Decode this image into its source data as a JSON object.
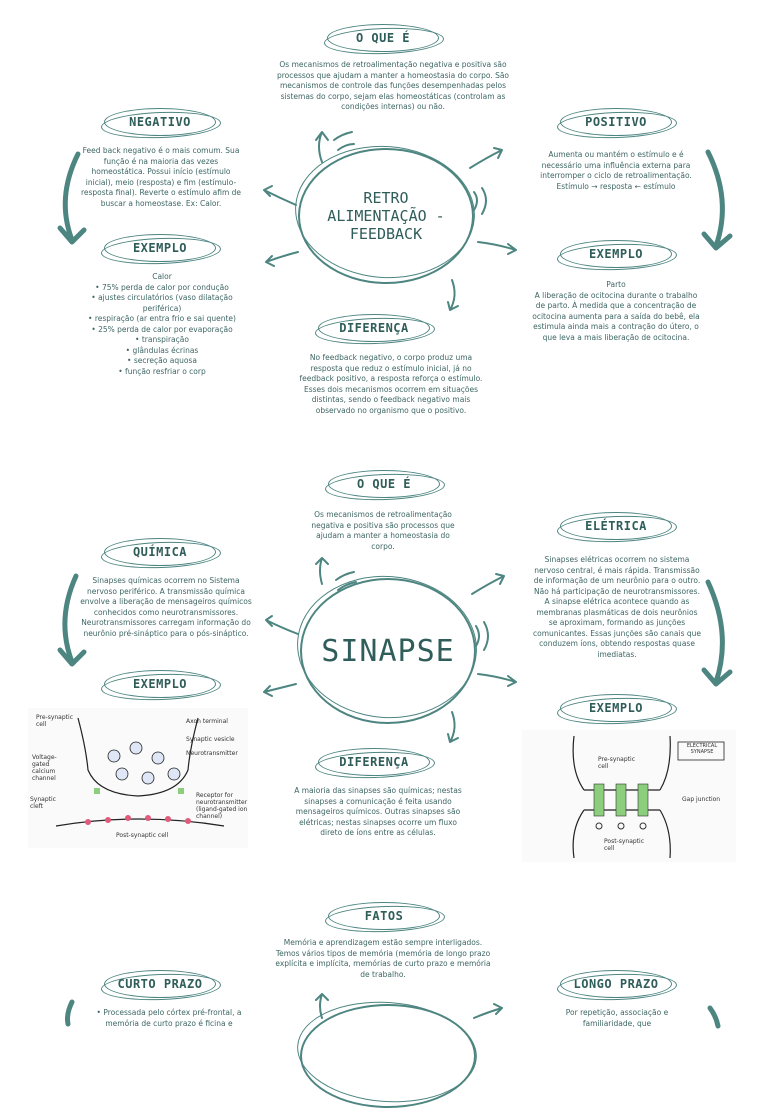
{
  "s1": {
    "center": "RETRO ALIMENTAÇÃO - FEEDBACK",
    "oque_title": "O QUE É",
    "oque_text": "Os mecanismos de retroalimentação negativa e positiva são processos que ajudam a manter a homeostasia do corpo. São mecanismos de controle das funções desempenhadas pelos sistemas do corpo, sejam elas homeostáticas (controlam as condições internas) ou não.",
    "negativo_title": "NEGATIVO",
    "negativo_text": "Feed back negativo é o mais comum. Sua função é na maioria das vezes homeostática. Possui início (estímulo inicial), meio (resposta) e fim (estímulo-resposta final). Reverte o estímulo afim de buscar a homeostase. Ex: Calor.",
    "positivo_title": "POSITIVO",
    "positivo_text": "Aumenta ou mantém o estímulo e é necessário uma influência externa para interromper o ciclo de retroalimentação. Estímulo → resposta ← estímulo",
    "exemplo_left_title": "EXEMPLO",
    "exemplo_left_lines": [
      "Calor",
      "• 75% perda de calor por condução",
      "• ajustes circulatórios (vaso dilatação periférica)",
      "• respiração (ar entra frio e sai quente)",
      "• 25% perda de calor por evaporação",
      "• transpiração",
      "• glândulas écrinas",
      "• secreção aquosa",
      "• função resfriar o corp"
    ],
    "exemplo_right_title": "EXEMPLO",
    "exemplo_right_lines": [
      "Parto",
      "A liberação de ocitocina durante o trabalho de parto. À medida que a concentração de ocitocina aumenta para a saída do bebê, ela estimula ainda mais a contração do útero, o que leva a mais liberação de ocitocina."
    ],
    "diferenca_title": "DIFERENÇA",
    "diferenca_text": "No feedback negativo, o corpo produz uma resposta que reduz o estímulo inicial, já no feedback positivo, a resposta reforça o estímulo. Esses dois mecanismos ocorrem em situações distintas, sendo o feedback negativo mais observado no organismo que o positivo."
  },
  "s2": {
    "center": "SINAPSE",
    "oque_title": "O QUE É",
    "oque_text": "Os mecanismos de retroalimentação negativa e positiva são processos que ajudam a manter a homeostasia do corpo.",
    "quimica_title": "QUÍMICA",
    "quimica_text": "Sinapses químicas ocorrem no Sistema nervoso periférico. A transmissão química envolve a liberação de mensageiros químicos conhecidos como neurotransmissores. Neurotransmissores carregam informação do neurônio pré-sináptico para o pós-sináptico.",
    "eletrica_title": "ELÉTRICA",
    "eletrica_text": "Sinapses elétricas ocorrem no sistema nervoso central, é mais rápida. Transmissão de informação de um neurônio para o outro. Não há participação de neurotransmissores. A sinapse elétrica acontece quando as membranas plasmáticas de dois neurônios se aproximam, formando as junções comunicantes. Essas junções são canais que conduzem íons, obtendo respostas quase imediatas.",
    "exemplo_left_title": "EXEMPLO",
    "exemplo_right_title": "EXEMPLO",
    "diferenca_title": "DIFERENÇA",
    "diferenca_text": "A maioria das sinapses são químicas; nestas sinapses a comunicação é feita usando mensageiros químicos. Outras sinapses são elétricas; nestas sinapses ocorre um fluxo direto de íons entre as células.",
    "chem_labels": {
      "pre": "Pre-synaptic cell",
      "axon": "Axon terminal",
      "vesicle": "Synaptic vesicle",
      "nt": "Neurotransmitter",
      "vg": "Voltage-gated calcium channel",
      "cleft": "Synaptic cleft",
      "receptor": "Receptor for neurotransmitter (ligand-gated ion channel)",
      "post": "Post-synaptic cell"
    },
    "elec_labels": {
      "box": "ELECTRICAL SYNAPSE",
      "pre": "Pre-synaptic cell",
      "gap": "Gap junction",
      "post": "Post-synaptic cell"
    }
  },
  "s3": {
    "fatos_title": "FATOS",
    "fatos_text": "Memória e aprendizagem estão sempre interligados. Temos vários tipos de memória (memória de longo prazo explícita e implícita, memórias de curto prazo e memória de trabalho.",
    "curto_title": "CURTO PRAZO",
    "curto_text": "• Processada pelo córtex pré-frontal, a memória de curto prazo é ficina e",
    "longo_title": "LONGO PRAZO",
    "longo_text": "Por repetição, associação e familiaridade, que"
  }
}
